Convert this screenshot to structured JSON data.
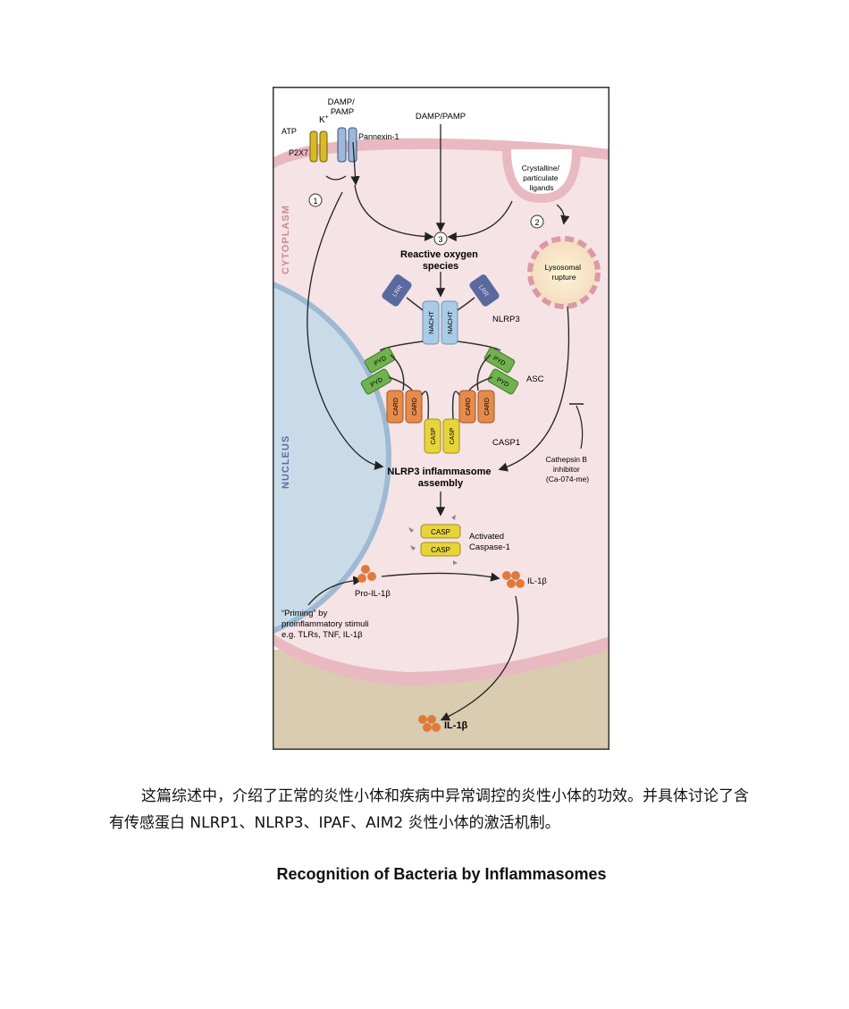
{
  "figure": {
    "labels": {
      "damp_pamp_top_left": [
        "DAMP/",
        "PAMP"
      ],
      "k_plus": "K",
      "k_sup": "+",
      "atp": "ATP",
      "p2x7": "P2X7",
      "pannexin": "Pannexin-1",
      "damp_pamp_center": "DAMP/PAMP",
      "crystalline": [
        "Crystalline/",
        "particulate",
        "ligands"
      ],
      "cytoplasm": "CYTOPLASM",
      "nucleus": "NUCLEUS",
      "step1": "1",
      "step2": "2",
      "step3": "3",
      "ros": [
        "Reactive oxygen",
        "species"
      ],
      "lysosomal": [
        "Lysosomal",
        "rupture"
      ],
      "lrr": "LRR",
      "nacht": "NACHT",
      "nlrp3": "NLRP3",
      "pyd": "PYD",
      "asc": "ASC",
      "card": "CARD",
      "casp": "CASP",
      "casp1": "CASP1",
      "cathepsin": [
        "Cathepsin B",
        "inhibitor",
        "(Ca-074-me)"
      ],
      "assembly": [
        "NLRP3 inflammasome",
        "assembly"
      ],
      "activated": [
        "Activated",
        "Caspase-1"
      ],
      "pro_il1b": "Pro-IL-1β",
      "il1b": "IL-1β",
      "priming": [
        "“Priming” by",
        "proinflammatory stimuli",
        "e.g. TLRs, TNF, IL-1β"
      ],
      "il1b_out": "IL-1β"
    },
    "colors": {
      "cytoplasm": "#f6e3e6",
      "membrane": "#e9b9c1",
      "extracellular": "#d9ccb0",
      "nucleus": "#c9dbe9",
      "lrr": "#5b6a9e",
      "nacht": "#a9cbe6",
      "pyd": "#6fb24f",
      "card": "#e58b4b",
      "casp": "#e6d43a",
      "il1b": "#e07a3c"
    }
  },
  "text": {
    "paragraph": "这篇综述中，介绍了正常的炎性小体和疾病中异常调控的炎性小体的功效。并具体讨论了含有传感蛋白 NLRP1、NLRP3、IPAF、AIM2 炎性小体的激活机制。",
    "heading": "Recognition of Bacteria by Inflammasomes"
  }
}
